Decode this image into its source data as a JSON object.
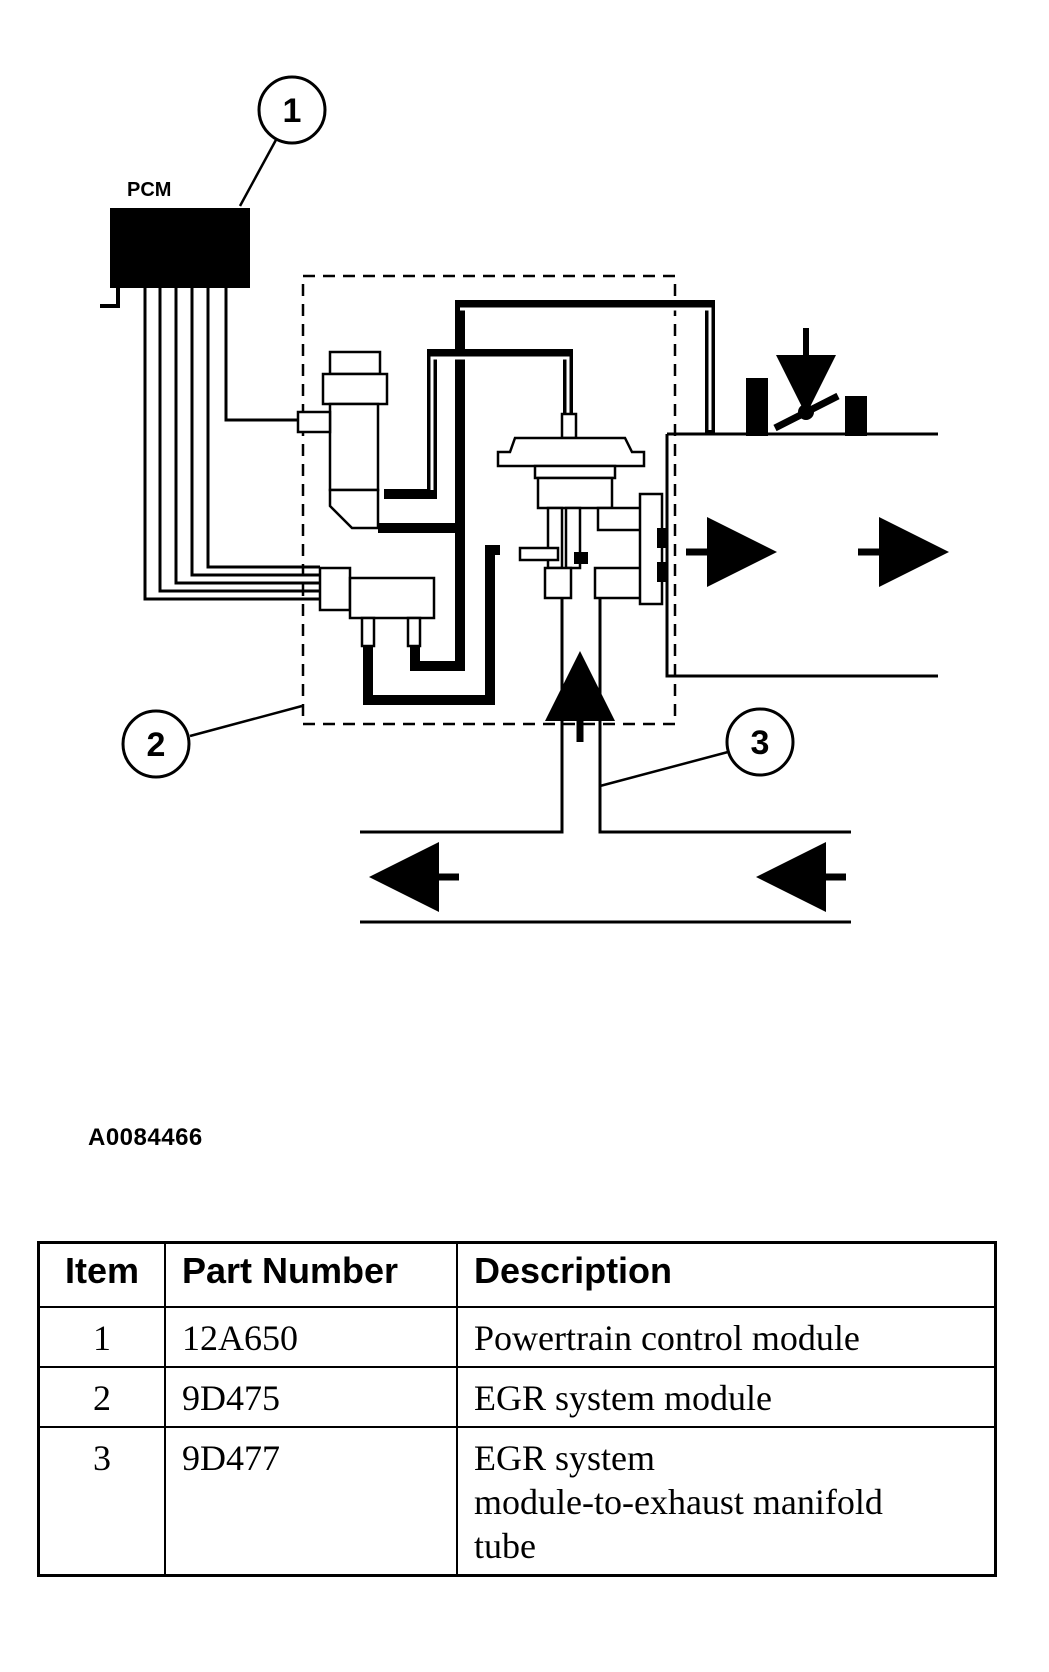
{
  "diagram": {
    "pcm_label": "PCM",
    "callouts": [
      "1",
      "2",
      "3"
    ]
  },
  "figure_id": "A0084466",
  "table": {
    "headers": {
      "item": "Item",
      "part_number": "Part Number",
      "description": "Description"
    },
    "rows": [
      {
        "item": "1",
        "part_number": "12A650",
        "description": [
          "Powertrain control module"
        ]
      },
      {
        "item": "2",
        "part_number": "9D475",
        "description": [
          "EGR system module"
        ]
      },
      {
        "item": "3",
        "part_number": "9D477",
        "description": [
          "EGR system",
          "module-to-exhaust manifold",
          "tube"
        ]
      }
    ]
  }
}
